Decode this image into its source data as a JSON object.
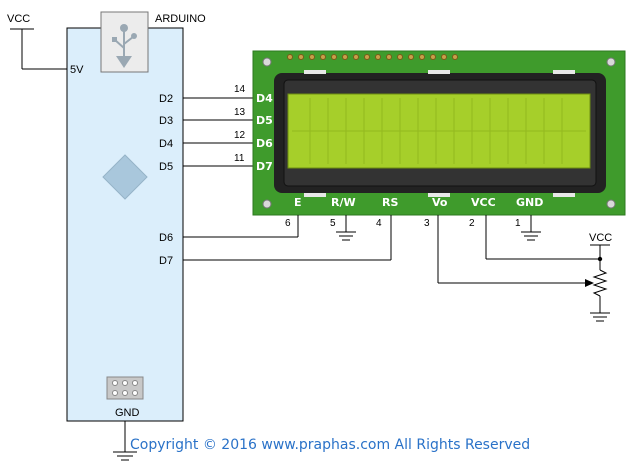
{
  "supply": {
    "vcc_left": "VCC",
    "vcc_right": "VCC"
  },
  "arduino": {
    "title": "ARDUINO",
    "pin_5v": "5V",
    "pin_gnd": "GND",
    "pins": [
      "D2",
      "D3",
      "D4",
      "D5",
      "D6",
      "D7"
    ]
  },
  "lcd": {
    "left_pins": [
      {
        "num": "14",
        "name": "D4"
      },
      {
        "num": "13",
        "name": "D5"
      },
      {
        "num": "12",
        "name": "D6"
      },
      {
        "num": "11",
        "name": "D7"
      }
    ],
    "bottom_pins": [
      {
        "num": "6",
        "name": "E"
      },
      {
        "num": "5",
        "name": "R/W"
      },
      {
        "num": "4",
        "name": "RS"
      },
      {
        "num": "3",
        "name": "Vo"
      },
      {
        "num": "2",
        "name": "VCC"
      },
      {
        "num": "1",
        "name": "GND"
      }
    ],
    "board_color": "#3f9b2c",
    "screen_color": "#a6cf2a"
  },
  "copyright": "Copyright © 2016 www.praphas.com  All Rights Reserved"
}
